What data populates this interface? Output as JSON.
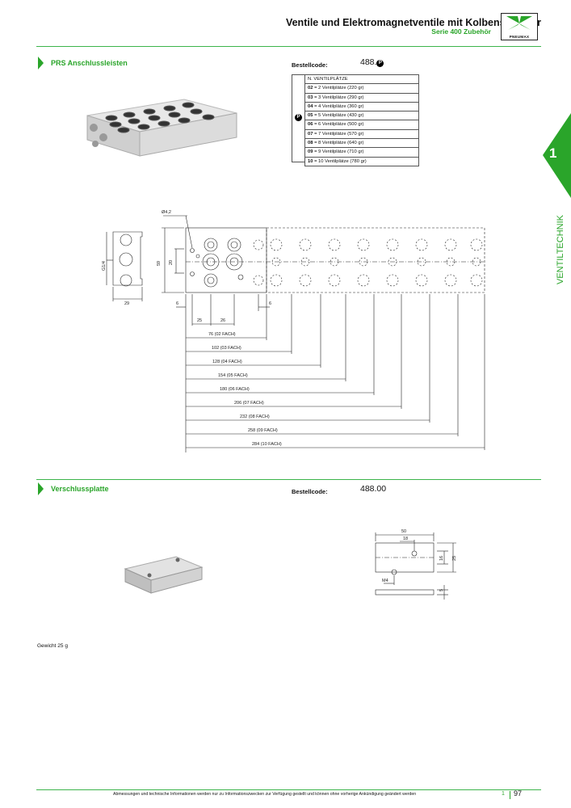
{
  "header": {
    "title": "Ventile und Elektromagnetventile mit Kolbenschieber",
    "subtitle": "Serie 400 Zubehör",
    "logo_text": "PNEUMAX"
  },
  "colors": {
    "accent": "#2aa52a",
    "rule": "#3cb44b"
  },
  "section1": {
    "title": "PRS Anschlussleisten",
    "order_label": "Bestellcode:",
    "order_code": "488.",
    "order_code_key": "P",
    "table_header": "N. VENTILPLÄTZE",
    "table_key": "P",
    "rows": [
      {
        "code": "02",
        "text": " = 2 Ventilplätze (220 gr)"
      },
      {
        "code": "03",
        "text": " = 3 Ventilplätze (290 gr)"
      },
      {
        "code": "04",
        "text": " = 4 Ventilplätze (360 gr)"
      },
      {
        "code": "05",
        "text": " = 5 Ventilplätze (430 gr)"
      },
      {
        "code": "06",
        "text": " = 6 Ventilplätze (500 gr)"
      },
      {
        "code": "07",
        "text": " = 7 Ventilplätze (570 gr)"
      },
      {
        "code": "08",
        "text": " = 8 Ventilplätze (640 gr)"
      },
      {
        "code": "09",
        "text": " = 9 Ventilplätze (710 gr)"
      },
      {
        "code": "10",
        "text": " = 10 Ventilplätze (780 gr)"
      }
    ],
    "drawing": {
      "hole": "Ø4,2",
      "port": "G1/4",
      "dims": {
        "h59": "59",
        "h20": "20",
        "w29": "29",
        "d6a": "6",
        "d6b": "6",
        "d25": "25",
        "d26": "26"
      },
      "lengths": [
        "76 (02 FACH)",
        "102 (03 FACH)",
        "128 (04 FACH)",
        "154 (05 FACH)",
        "180 (06 FACH)",
        "206 (07 FACH)",
        "232 (08 FACH)",
        "258 (09 FACH)",
        "284 (10 FACH)"
      ]
    }
  },
  "section2": {
    "title": "Verschlussplatte",
    "order_label": "Bestellcode:",
    "order_code": "488.00",
    "dims": {
      "w50": "50",
      "w18": "18",
      "h16": "16",
      "h25": "25",
      "m4": "M4",
      "t5": "5"
    },
    "weight": "Gewicht 25 g"
  },
  "side_tab": {
    "number": "1",
    "label": "VENTILTECHNIK"
  },
  "footer": {
    "note": "Abmessungen und technische Informationen werden nur zu Informationszwecken zur Verfügung gestellt und können ohne vorherige Ankündigung geändert werden",
    "chapter": "1",
    "page": "97"
  }
}
